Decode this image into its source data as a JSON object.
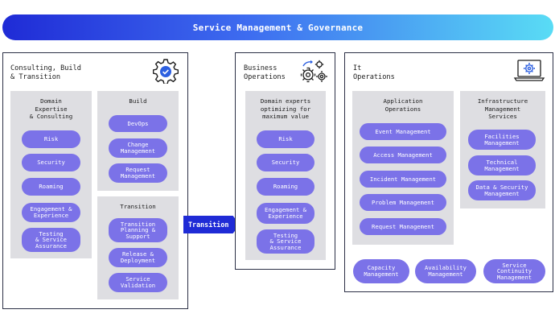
{
  "banner": {
    "title": "Service Management & Governance"
  },
  "transition_arrow": {
    "label": "Transition"
  },
  "consulting": {
    "title": "Consulting, Build\n& Transition",
    "domain_panel": {
      "title": "Domain\nExpertise\n& Consulting",
      "items": [
        "Risk",
        "Security",
        "Roaming",
        "Engagement &\nExperience",
        "Testing\n& Service\nAssurance"
      ]
    },
    "build_panel": {
      "title": "Build",
      "items": [
        "DevOps",
        "Change\nManagement",
        "Request\nManagement"
      ]
    },
    "transition_panel": {
      "title": "Transition",
      "items": [
        "Transition\nPlanning &\nSupport",
        "Release &\nDeployment",
        "Service\nValidation"
      ]
    }
  },
  "business": {
    "title": "Business\nOperations",
    "panel": {
      "title": "Domain experts\noptimizing for\nmaximum value",
      "items": [
        "Risk",
        "Security",
        "Roaming",
        "Engagement &\nExperience",
        "Testing\n& Service\nAssurance"
      ]
    }
  },
  "it": {
    "title": "It\nOperations",
    "app_panel": {
      "title": "Application\nOperations",
      "items": [
        "Event Management",
        "Access Management",
        "Incident Management",
        "Problem Management",
        "Request Management"
      ]
    },
    "infra_panel": {
      "title": "Infrastructure\nManagement\nServices",
      "items": [
        "Facilities\nManagement",
        "Technical\nManagement",
        "Data & Security\nManagement"
      ]
    },
    "bottom_items": [
      "Capacity\nManagement",
      "Availability\nManagement",
      "Service\nContinuity\nManagement"
    ]
  },
  "icons": {
    "consulting": "gear-check-icon",
    "business": "gears-arrows-icon",
    "it": "laptop-gear-icon"
  },
  "colors": {
    "banner_start": "#1f2bd6",
    "banner_end": "#59dcf5",
    "pill": "#7b72e8",
    "panel": "#dedee2",
    "arrow": "#1f2bd6",
    "accent_check": "#2c5fe0"
  }
}
